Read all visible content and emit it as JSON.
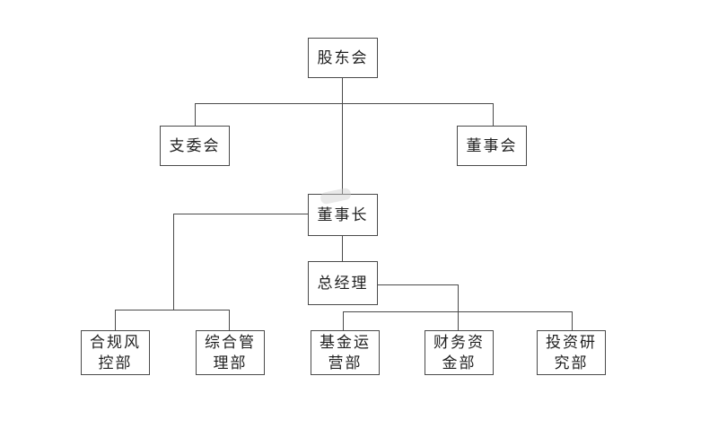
{
  "diagram": {
    "type": "org-chart",
    "background": "#ffffff",
    "line_color": "#4a4a4a",
    "text_color": "#1f1f1f",
    "nodes": {
      "shareholders": {
        "label": "股东会"
      },
      "branch_committee": {
        "label": "支委会"
      },
      "board_of_directors": {
        "label": "董事会"
      },
      "chairman": {
        "label": "董事长"
      },
      "general_manager": {
        "label": "总经理"
      },
      "compliance_risk_dept": {
        "label": "合规风\n控部"
      },
      "general_admin_dept": {
        "label": "综合管\n理部"
      },
      "fund_operations_dept": {
        "label": "基金运\n营部"
      },
      "finance_treasury_dept": {
        "label": "财务资\n金部"
      },
      "investment_research_dept": {
        "label": "投资研\n究部"
      }
    },
    "hierarchy": [
      {
        "from": "股东会",
        "to": [
          "支委会",
          "董事会",
          "董事长"
        ]
      },
      {
        "from": "董事长",
        "to": [
          "总经理",
          "合规风控部",
          "综合管理部"
        ]
      },
      {
        "from": "总经理",
        "to": [
          "基金运营部",
          "财务资金部",
          "投资研究部"
        ]
      }
    ]
  }
}
